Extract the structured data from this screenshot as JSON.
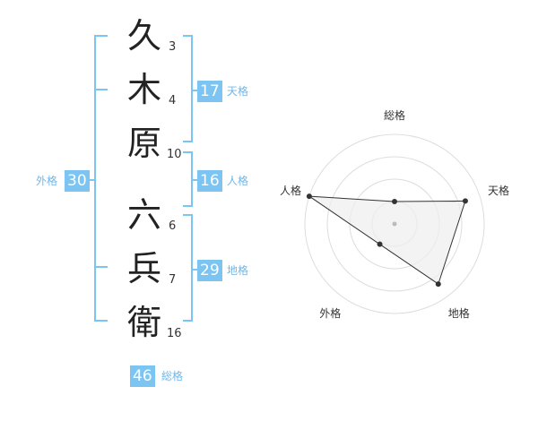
{
  "name_chars": [
    {
      "char": "久",
      "strokes": "3"
    },
    {
      "char": "木",
      "strokes": "4"
    },
    {
      "char": "原",
      "strokes": "10"
    },
    {
      "char": "六",
      "strokes": "6"
    },
    {
      "char": "兵",
      "strokes": "7"
    },
    {
      "char": "衛",
      "strokes": "16"
    }
  ],
  "kaku": {
    "tenkaku": {
      "label": "天格",
      "value": "17"
    },
    "jinkaku": {
      "label": "人格",
      "value": "16"
    },
    "chikaku": {
      "label": "地格",
      "value": "29"
    },
    "gaikaku": {
      "label": "外格",
      "value": "30"
    },
    "soukaku": {
      "label": "総格",
      "value": "46"
    }
  },
  "chart_data": {
    "type": "radar",
    "axes": [
      "総格",
      "天格",
      "地格",
      "外格",
      "人格"
    ],
    "levels": 4,
    "values": [
      0.25,
      0.83,
      0.83,
      0.28,
      1.0
    ],
    "colors": {
      "accent": "#7cc4f2",
      "fill": "#eeeeee",
      "line": "#333333",
      "grid": "#dddddd"
    }
  }
}
